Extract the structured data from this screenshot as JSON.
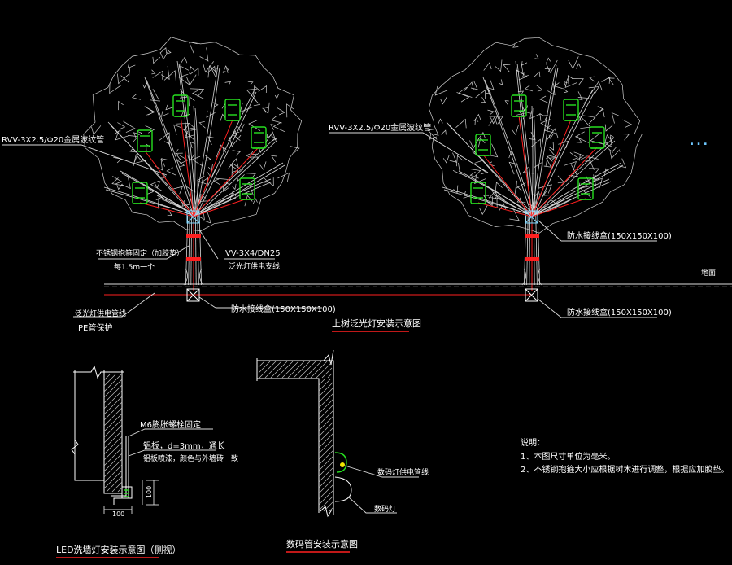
{
  "diagram": {
    "tree_left": {
      "cable_label": "RVV-3X2.5/Φ20金属波纹管",
      "fixing_label": "不锈钢抱箍固定（加胶垫）",
      "spacing_label": "每1.5m一个",
      "pipe_label": "VV-3X4/DN25",
      "pipe_sub_label": "泛光灯供电支线",
      "box_label": "防水接线盒(150X150X100)",
      "supply_label": "泛光灯供电管线",
      "pe_label": "PE管保护"
    },
    "tree_right": {
      "cable_label": "RVV-3X2.5/Φ20金属波纹管",
      "upper_box_label": "防水接线盒(150X150X100)",
      "lower_box_label": "防水接线盒(150X150X100)",
      "ground_label": "地面"
    },
    "tree_title": "上树泛光灯安装示意图",
    "ellipsis": "...",
    "led_detail": {
      "bolt_label": "M6膨胀螺栓固定",
      "plate_label": "铝板，d=3mm，通长",
      "plate_sub_label": "铝板喷漆，颜色与外墙砖一致",
      "dim_width": "100",
      "dim_height": "100",
      "title": "LED洗墙灯安装示意图（侧视）"
    },
    "tube_detail": {
      "power_label": "数码灯供电管线",
      "light_label": "数码灯",
      "title": "数码管安装示意图"
    },
    "notes": {
      "heading": "说明：",
      "items": [
        "1、本图尺寸单位为毫米。",
        "2、不锈钢抱箍大小应根据树木进行调整，根据应加胶垫。"
      ]
    },
    "colors": {
      "background": "#000000",
      "linework": "#ffffff",
      "cable": "#ff2020",
      "lamp": "#27e020",
      "cyan": "#7fd7ff"
    }
  }
}
